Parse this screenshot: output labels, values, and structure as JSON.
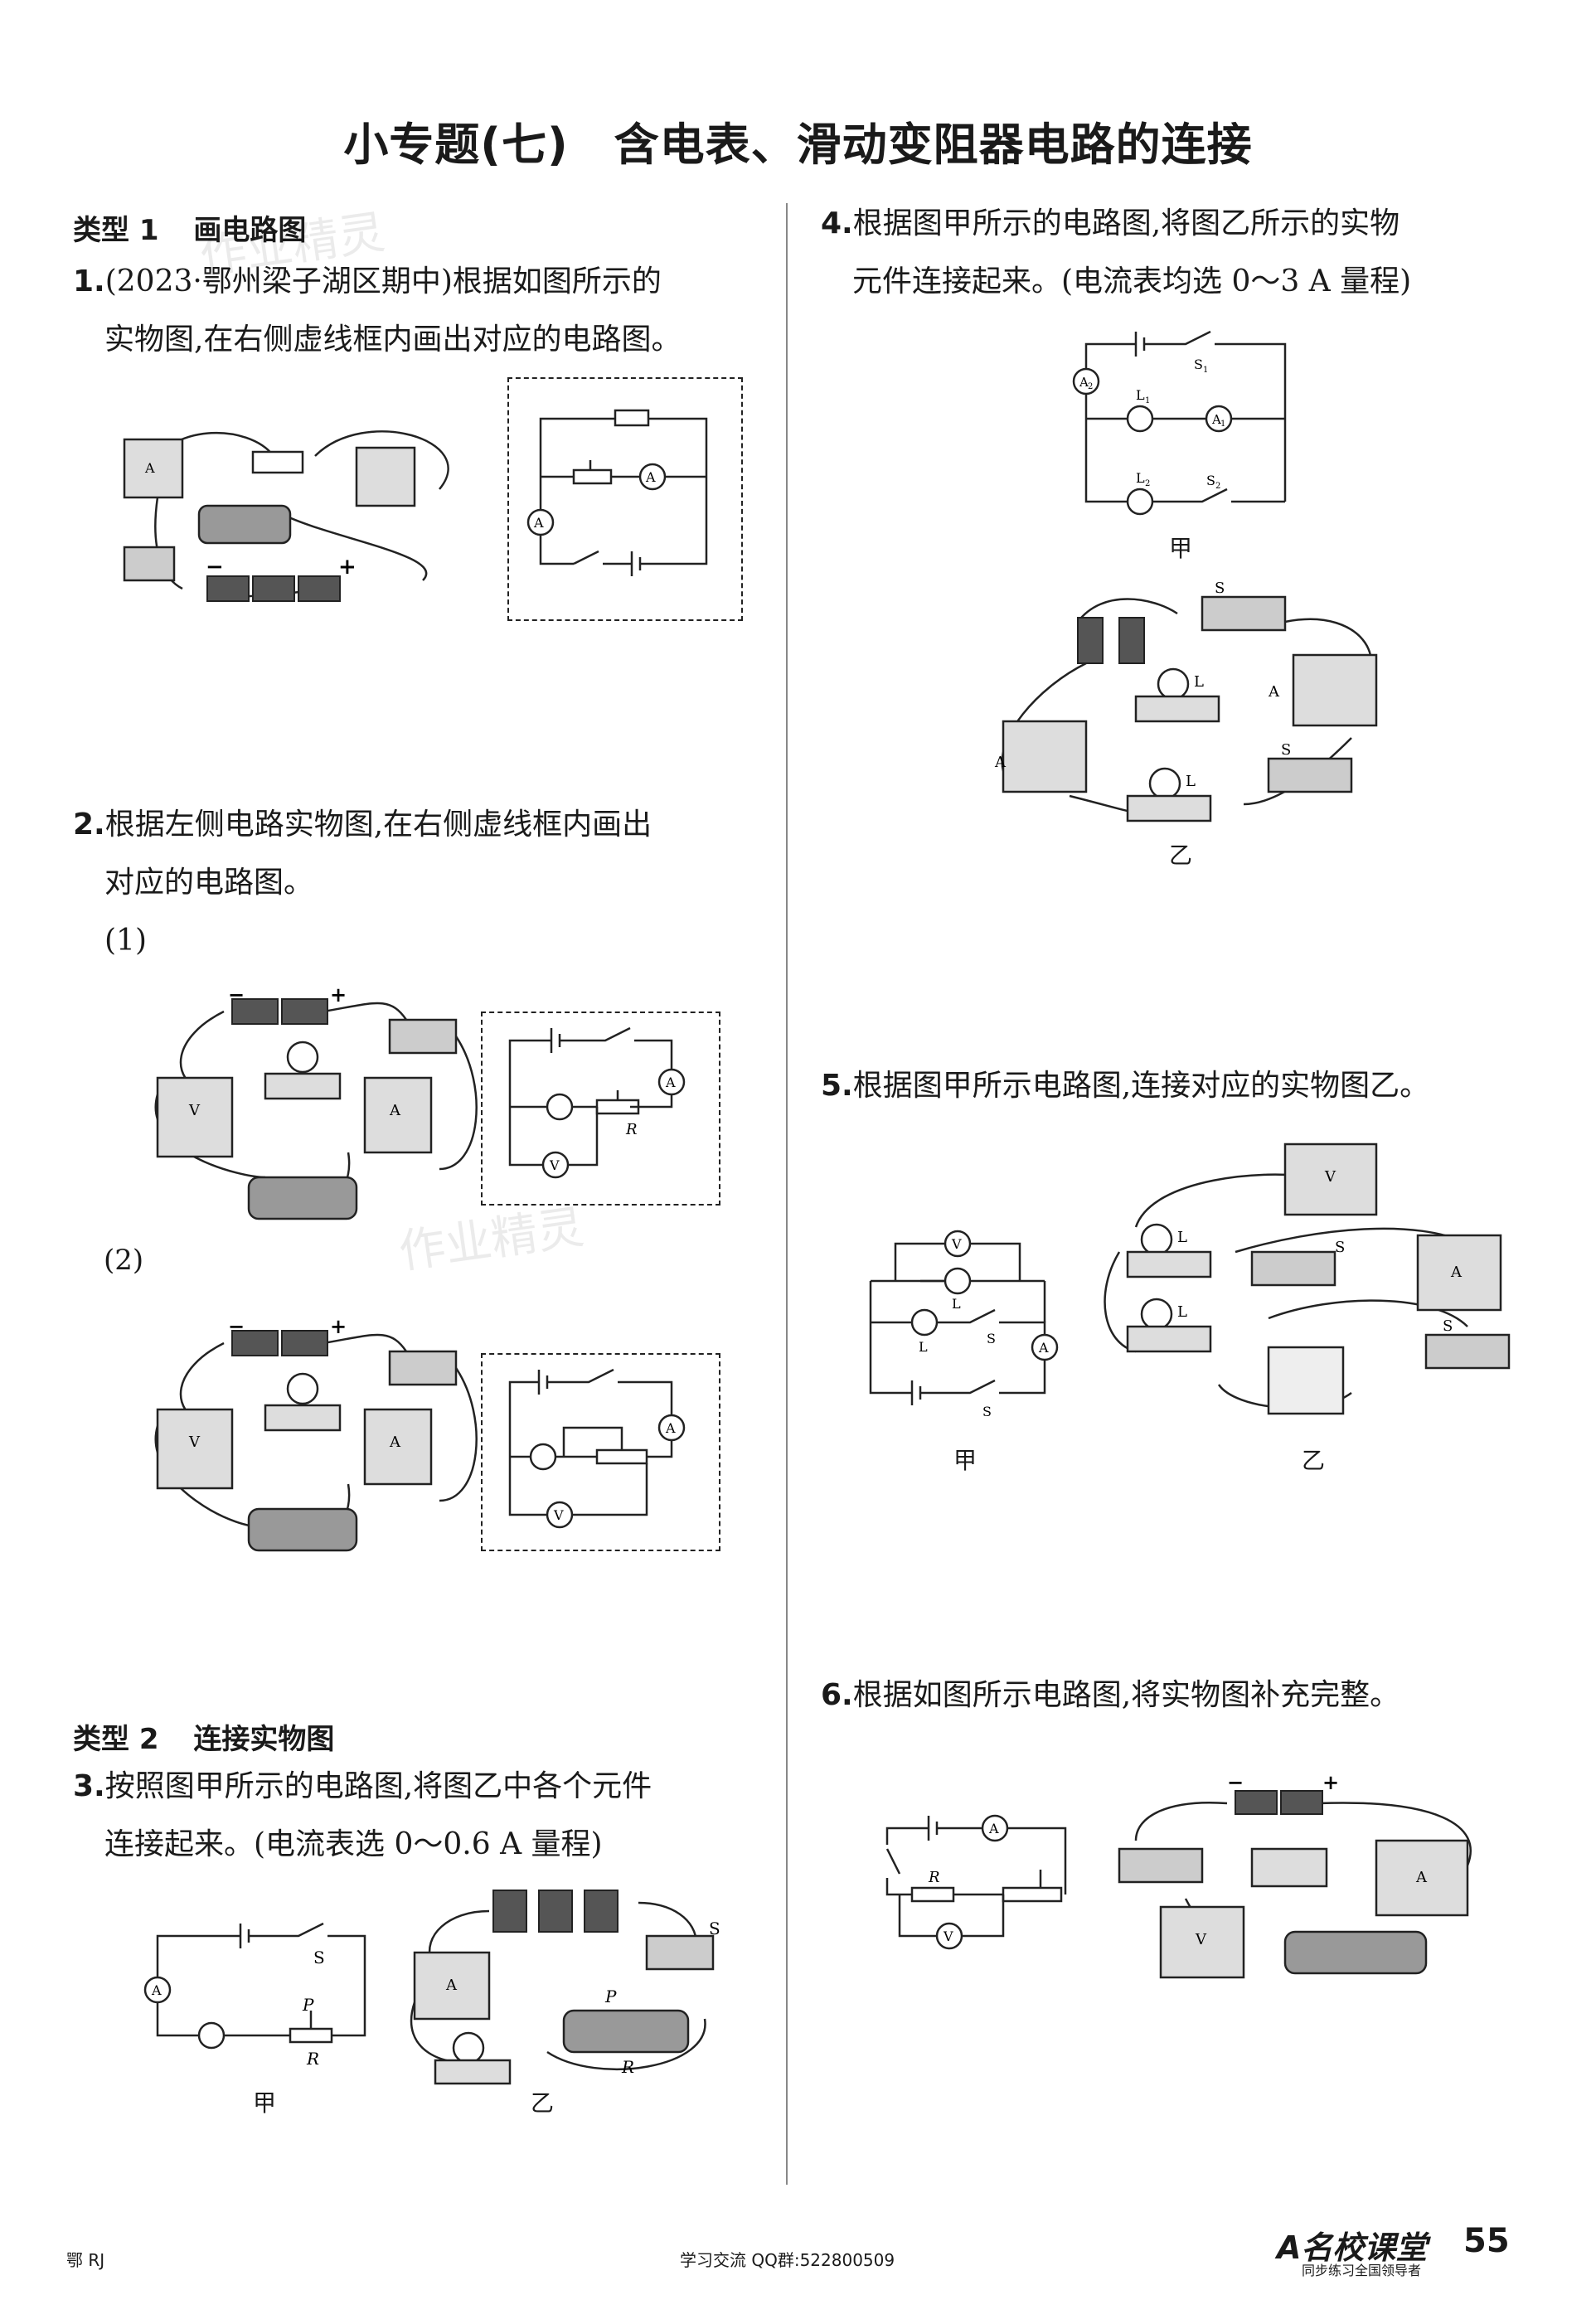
{
  "title": "小专题(七)　含电表、滑动变阻器电路的连接",
  "type1": {
    "label": "类型 1",
    "name": "画电路图"
  },
  "type2": {
    "label": "类型 2",
    "name": "连接实物图"
  },
  "q1": {
    "num": "1.",
    "line1": "(2023·鄂州梁子湖区期中)根据如图所示的",
    "line2": "实物图,在右侧虚线框内画出对应的电路图。"
  },
  "q2": {
    "num": "2.",
    "line1": "根据左侧电路实物图,在右侧虚线框内画出",
    "line2": "对应的电路图。",
    "sub1": "(1)",
    "sub2": "(2)"
  },
  "q3": {
    "num": "3.",
    "line1": "按照图甲所示的电路图,将图乙中各个元件",
    "line2": "连接起来。(电流表选 0～0.6 A 量程)",
    "fig_a": "甲",
    "fig_b": "乙"
  },
  "q4": {
    "num": "4.",
    "line1": "根据图甲所示的电路图,将图乙所示的实物",
    "line2": "元件连接起来。(电流表均选 0～3 A 量程)",
    "fig_a": "甲",
    "fig_b": "乙"
  },
  "q5": {
    "num": "5.",
    "line1": "根据图甲所示电路图,连接对应的实物图乙。",
    "fig_a": "甲",
    "fig_b": "乙"
  },
  "q6": {
    "num": "6.",
    "line1": "根据如图所示电路图,将实物图补充完整。"
  },
  "symbols": {
    "ammeter": "A",
    "voltmeter": "V",
    "A1": "A",
    "A2": "A",
    "sub1": "1",
    "sub2": "2",
    "R": "R",
    "P": "P",
    "S": "S",
    "L": "L",
    "minus": "−",
    "plus": "+"
  },
  "watermark": "作业精灵",
  "footer": {
    "left": "鄂 RJ",
    "center": "学习交流 QQ群:522800509",
    "brand": "A名校课堂",
    "brand_sub": "同步练习全国领导者",
    "page": "55"
  }
}
